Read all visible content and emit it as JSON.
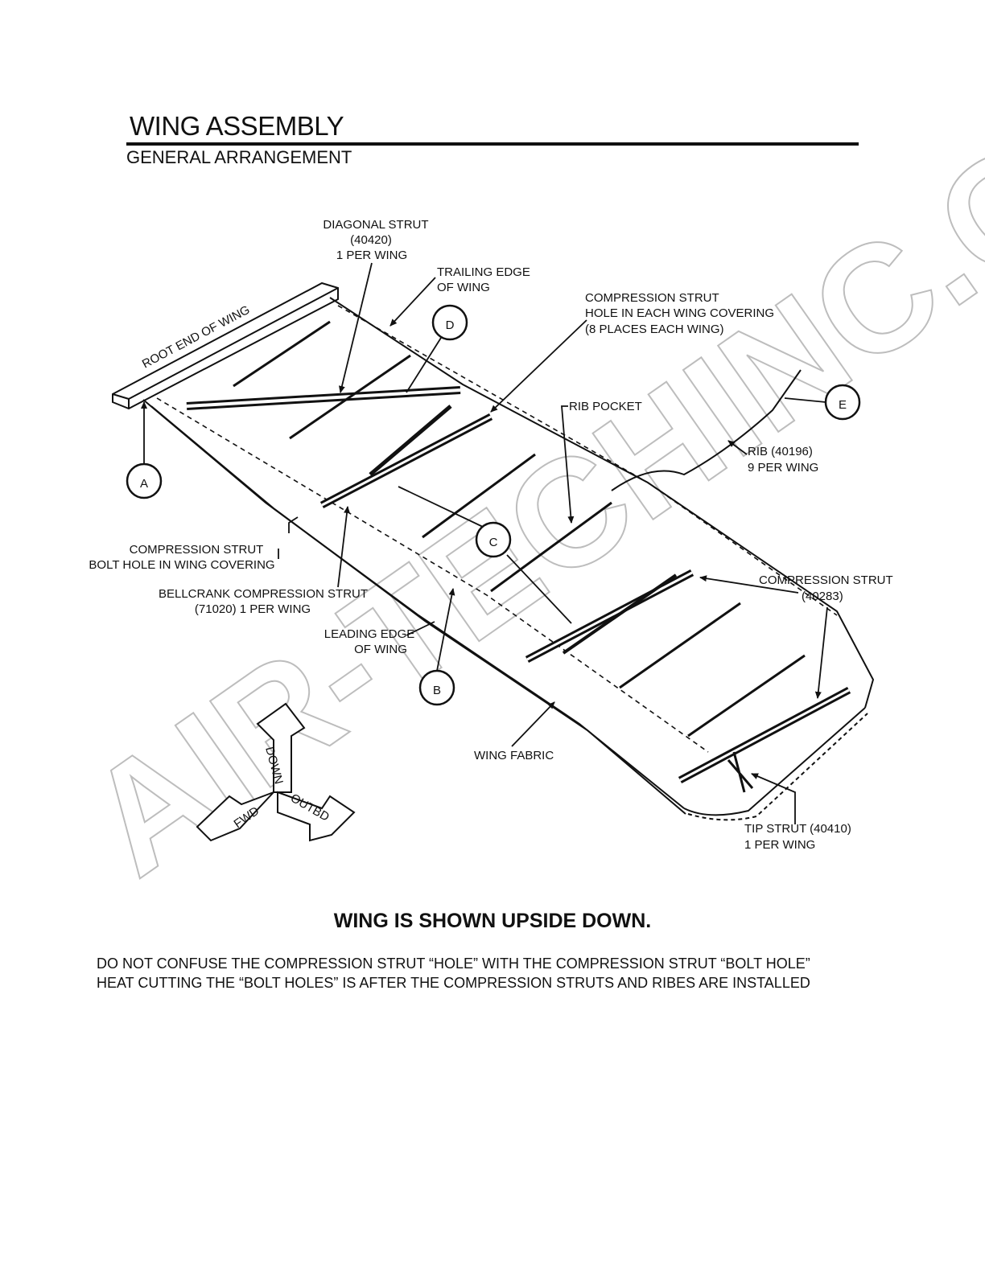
{
  "header": {
    "title": "WING ASSEMBLY",
    "subtitle": "GENERAL ARRANGEMENT"
  },
  "diagram": {
    "labels": {
      "diagonal_strut": [
        "DIAGONAL STRUT",
        "(40420)",
        "1 PER WING"
      ],
      "trailing_edge": [
        "TRAILING EDGE",
        "OF WING"
      ],
      "comp_strut_hole": [
        "COMPRESSION STRUT",
        "HOLE IN EACH WING COVERING",
        "(8 PLACES EACH WING)"
      ],
      "rib_pocket": "RIB POCKET",
      "rib": [
        "RIB    (40196)",
        "9  PER WING"
      ],
      "root_end": "ROOT END OF WING",
      "comp_strut_bolt_hole": [
        "COMPRESSION STRUT",
        "BOLT HOLE IN WING COVERING"
      ],
      "bellcrank": [
        "BELLCRANK COMPRESSION STRUT",
        "(71020)   1 PER WING"
      ],
      "leading_edge": [
        "LEADING EDGE",
        "OF WING"
      ],
      "compression_strut": [
        "COMPRESSION STRUT",
        "(40283)"
      ],
      "wing_fabric": "WING FABRIC",
      "tip_strut": [
        "TIP STRUT  (40410)",
        "1 PER WING"
      ]
    },
    "callouts": [
      "A",
      "B",
      "C",
      "D",
      "E"
    ],
    "direction_arrows": [
      "DOWN",
      "FWD",
      "OUTBD"
    ],
    "watermark": "AIR-TECHINC.COM"
  },
  "notes": {
    "main": "WING IS SHOWN UPSIDE DOWN.",
    "line1": "DO NOT CONFUSE THE COMPRESSION STRUT “HOLE” WITH THE COMPRESSION STRUT “BOLT HOLE”",
    "line2": "HEAT CUTTING THE “BOLT HOLES” IS AFTER THE COMPRESSION STRUTS AND RIBES ARE INSTALLED"
  }
}
